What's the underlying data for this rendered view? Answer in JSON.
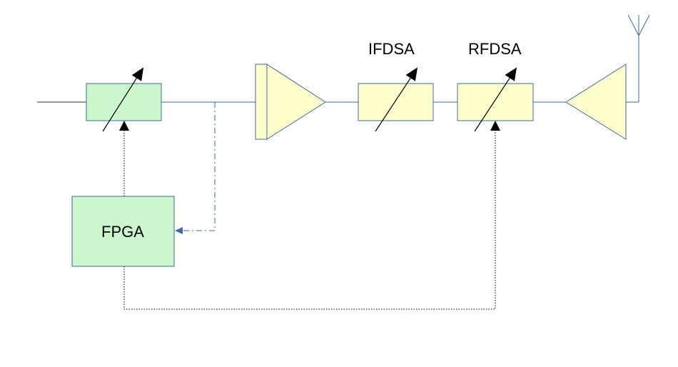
{
  "labels": {
    "ifdsa": "IFDSA",
    "rfdsa": "RFDSA",
    "fpga": "FPGA"
  },
  "colors": {
    "signal_line": "#3b6aa0",
    "input_line": "#333333",
    "green_fill": "#ccf7cc",
    "yellow_fill": "#ffffcc",
    "block_stroke": "#3b6aa0",
    "arrow": "#000000",
    "feedback_dash": "#3b6aa0",
    "control_dotted": "#000000",
    "background": "#ffffff"
  },
  "icons": {
    "variable_attenuator": "diagonal-arrow-icon",
    "amplifier": "triangle-amplifier-icon",
    "antenna": "antenna-icon"
  }
}
